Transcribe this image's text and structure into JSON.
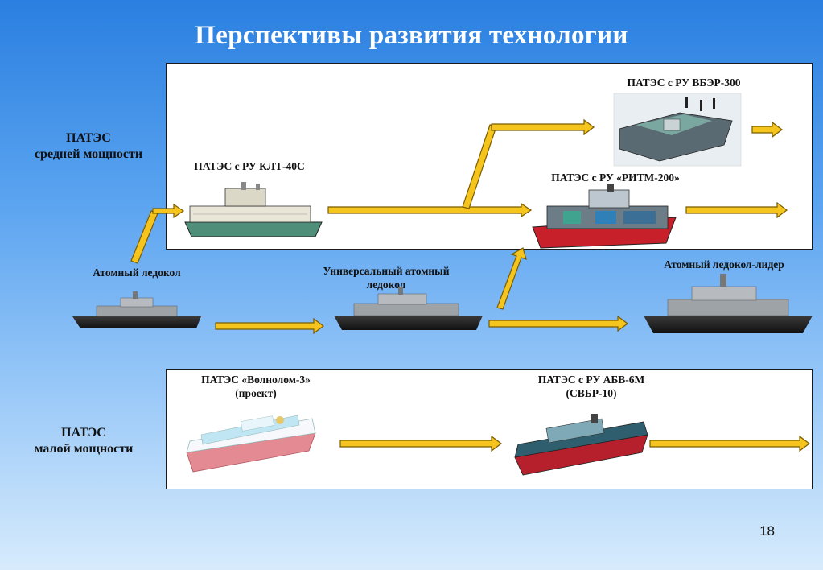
{
  "title": "Перспективы развития технологии",
  "groups": {
    "medium": {
      "line1": "ПАТЭС",
      "line2": "средней мощности"
    },
    "small": {
      "line1": "ПАТЭС",
      "line2": "малой мощности"
    }
  },
  "captions": {
    "klt40": "ПАТЭС с РУ КЛТ-40С",
    "vbr300": "ПАТЭС с РУ ВБЭР-300",
    "ritm200": "ПАТЭС с РУ «РИТМ-200»",
    "icebreaker": "Атомный ледокол",
    "universal_line1": "Универсальный атомный",
    "universal_line2": "ледокол",
    "leader": "Атомный ледокол-лидер",
    "volnolom_line1": "ПАТЭС «Волнолом-3»",
    "volnolom_line2": "(проект)",
    "abv_line1": "ПАТЭС с РУ АБВ-6М",
    "abv_line2": "(СВБР-10)"
  },
  "page_number": "18",
  "colors": {
    "arrow": "#f5c51d",
    "panel": "#ffffff",
    "title": "#ffffff"
  }
}
